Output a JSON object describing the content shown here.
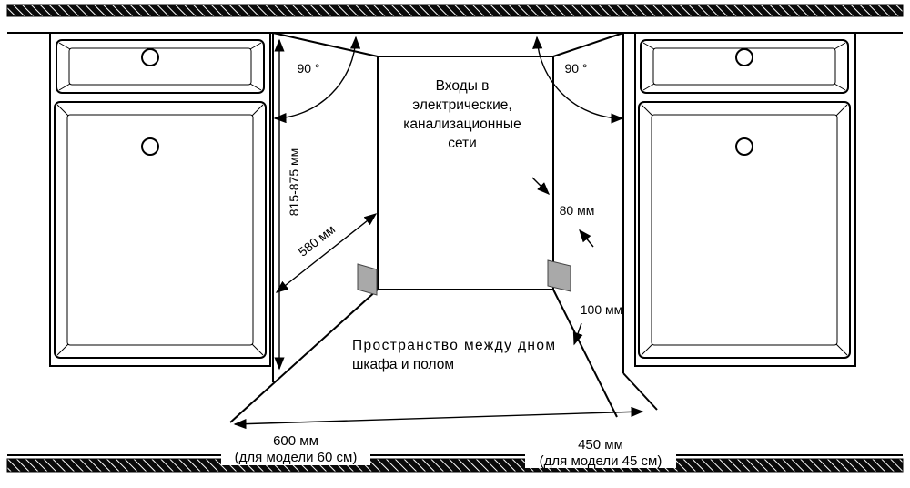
{
  "diagram": {
    "labels": {
      "angle_left": "90 °",
      "angle_right": "90 °",
      "niche_height": "815-875 мм",
      "niche_depth": "580 мм",
      "pipes_side_offset": "80 мм",
      "pipes_floor_offset": "100 мм",
      "utilities": [
        "Входы в",
        "электрические,",
        "канализационные",
        "сети"
      ],
      "floor_gap": [
        "Пространство между дном",
        "шкафа и полом"
      ],
      "width_model_60": "600 мм",
      "width_model_60_note": "(для модели 60 см)",
      "width_model_45": "450 мм",
      "width_model_45_note": "(для модели 45 см)"
    },
    "colors": {
      "line": "#000000",
      "hole_fill": "#a9a9a9",
      "background": "#ffffff"
    }
  }
}
